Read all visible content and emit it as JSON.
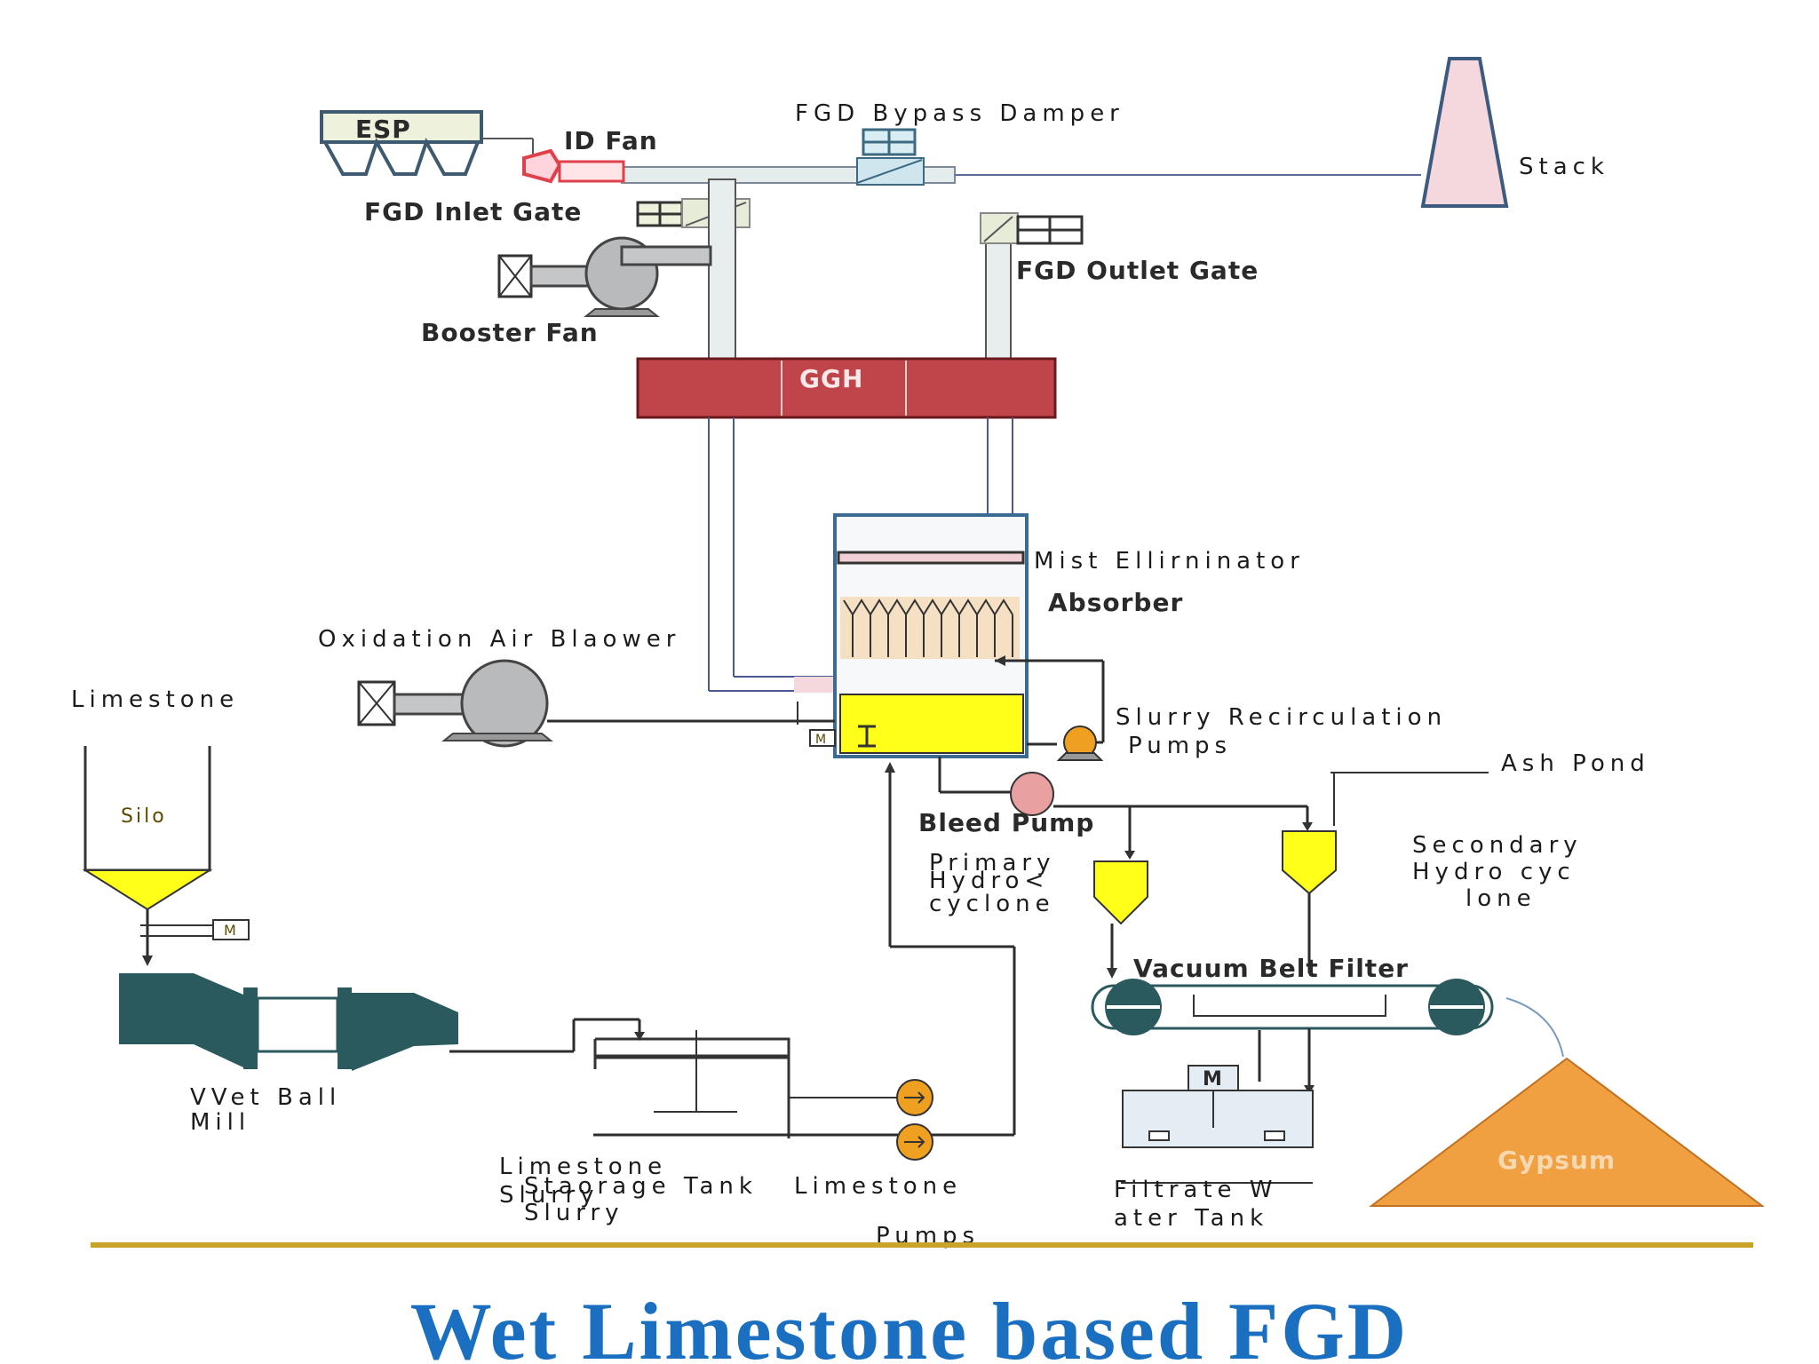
{
  "diagram": {
    "title": "Wet Limestone based FGD",
    "labels": {
      "esp": "ESP",
      "id_fan": "ID Fan",
      "bypass_damper": "FGD Bypass Damper",
      "stack": "Stack",
      "inlet_gate": "FGD Inlet Gate",
      "outlet_gate": "FGD Outlet Gate",
      "booster_fan": "Booster Fan",
      "ggh": "GGH",
      "mist_eliminator": "Mist Ellirninator",
      "absorber": "Absorber",
      "oxidation_blower": "Oxidation Air Blaower",
      "limestone": "Limestone",
      "silo": "Silo",
      "motor": "M",
      "slurry_pumps_1": "Slurry Recirculation",
      "slurry_pumps_2": "Pumps",
      "ash_pond": "Ash Pond",
      "bleed_pump": "Bleed Pump",
      "primary_1": "Primary",
      "primary_2": "Hydro<",
      "primary_3": "cyclone",
      "secondary_1": "Secondary",
      "secondary_2": "Hydro cyc",
      "secondary_3": "lone",
      "vacuum_belt": "Vacuum Belt Filter",
      "gypsum": "Gypsum",
      "wet_ball_1": "VVet Ball",
      "wet_ball_2": "Mill",
      "storage_1": "Limestone",
      "storage_2": "Staorage Tank",
      "storage_3": "Slurry",
      "storage_4": "Slurry",
      "ls_pumps_1": "Limestone",
      "ls_pumps_2": "Pumps",
      "filtrate_1": "Filtrate W",
      "filtrate_2": "ater Tank"
    },
    "colors": {
      "title": "#1a6fc0",
      "rule": "#c9a227",
      "ggh": "#c0454b",
      "slurry": "#ffff1a",
      "gypsum": "#f0a040",
      "mill": "#2a5a5e",
      "stack": "#f5d8de"
    }
  }
}
